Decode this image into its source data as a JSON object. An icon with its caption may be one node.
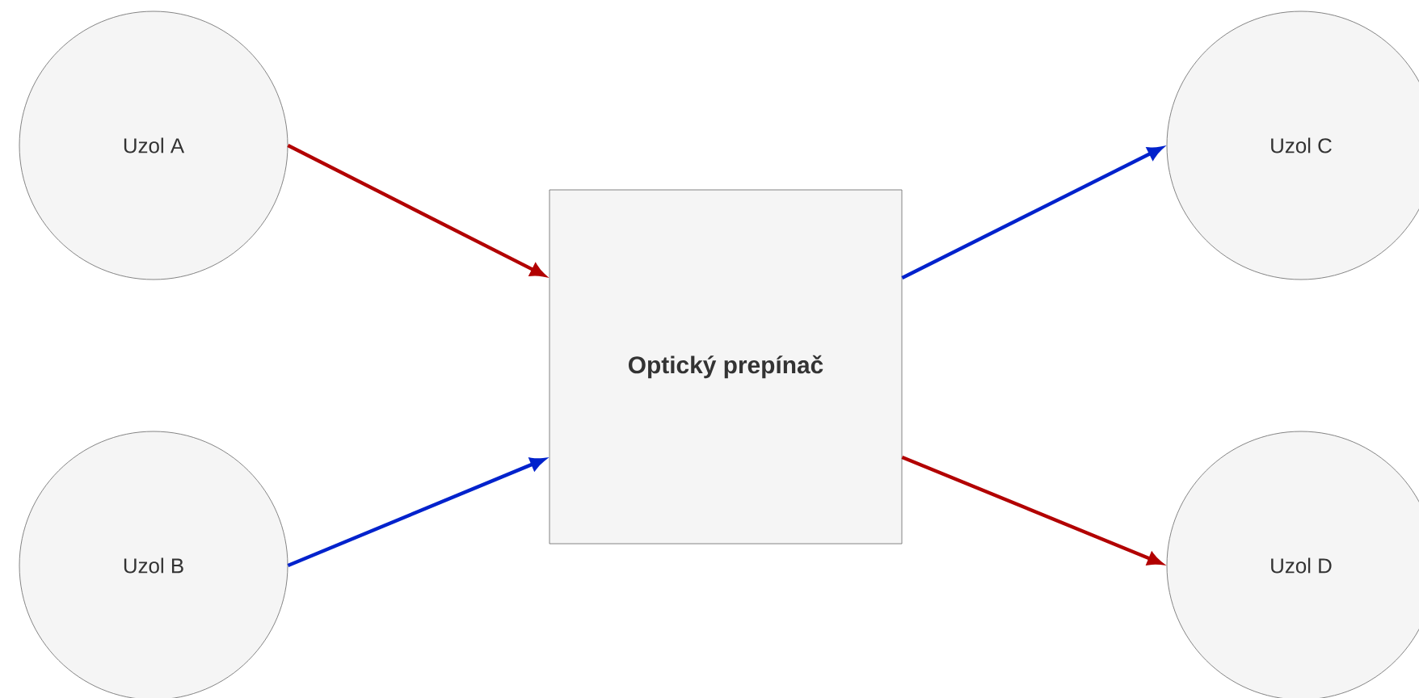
{
  "diagram": {
    "nodes": [
      {
        "text": [
          "Uzol A"
        ]
      },
      {
        "text": [
          "Uzol B"
        ]
      },
      {
        "text": [
          "Uzol C"
        ]
      },
      {
        "text": [
          "Uzol D"
        ]
      },
      {
        "text": [
          "Optický prepínač"
        ]
      }
    ],
    "edges": [
      {
        "from": 0,
        "to": 4,
        "arrow": "to",
        "color": "#b20000"
      },
      {
        "from": 1,
        "to": 4,
        "arrow": "to",
        "color": "#0022cc"
      },
      {
        "from": 4,
        "to": 2,
        "arrow": "to",
        "color": "#0022cc"
      },
      {
        "from": 4,
        "to": 3,
        "arrow": "to",
        "color": "#b20000"
      }
    ]
  }
}
